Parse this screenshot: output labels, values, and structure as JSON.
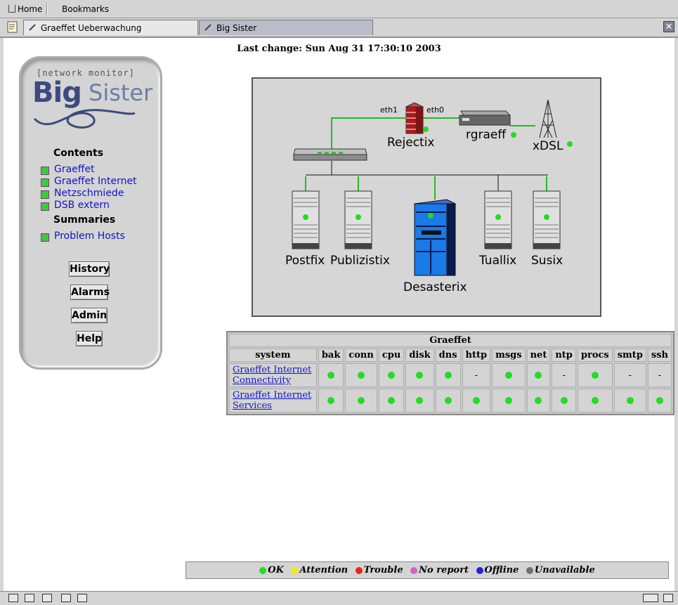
{
  "toolbar": {
    "home_label": "Home",
    "bookmarks_label": "Bookmarks"
  },
  "tabs": [
    {
      "label": "Graeffet Ueberwachung",
      "active": true
    },
    {
      "label": "Big Sister",
      "active": false
    }
  ],
  "page": {
    "last_change": "Last change: Sun Aug 31 17:30:10 2003"
  },
  "sidebar": {
    "logo_tag": "[network monitor]",
    "logo_big": "Big",
    "logo_sister": "Sister",
    "contents_heading": "Contents",
    "contents": [
      {
        "label": "Graeffet",
        "status": "ok"
      },
      {
        "label": "Graeffet Internet",
        "status": "ok"
      },
      {
        "label": "Netzschmiede",
        "status": "ok"
      },
      {
        "label": "DSB extern",
        "status": "ok"
      }
    ],
    "summaries_heading": "Summaries",
    "summaries": [
      {
        "label": "Problem Hosts",
        "status": "ok"
      }
    ],
    "buttons": [
      "History",
      "Alarms",
      "Admin",
      "Help"
    ]
  },
  "diagram": {
    "labels": {
      "rejectix": "Rejectix",
      "rgraeff": "rgraeff",
      "xdsl": "xDSL",
      "eth1": "eth1",
      "eth0": "eth0",
      "postfix": "Postfix",
      "publizistix": "Publizistix",
      "desasterix": "Desasterix",
      "tuallix": "Tuallix",
      "susix": "Susix"
    }
  },
  "table": {
    "title": "Graeffet",
    "system_header": "system",
    "columns": [
      "bak",
      "conn",
      "cpu",
      "disk",
      "dns",
      "http",
      "msgs",
      "net",
      "ntp",
      "procs",
      "smtp",
      "ssh"
    ],
    "rows": [
      {
        "system": "Graeffet Internet Connectivity",
        "cells": [
          "ok",
          "ok",
          "ok",
          "ok",
          "ok",
          "-",
          "ok",
          "ok",
          "-",
          "ok",
          "-",
          "-"
        ]
      },
      {
        "system": "Graeffet Internet Services",
        "cells": [
          "ok",
          "ok",
          "ok",
          "ok",
          "ok",
          "ok",
          "ok",
          "ok",
          "ok",
          "ok",
          "ok",
          "ok"
        ]
      }
    ]
  },
  "legend": [
    {
      "label": "OK",
      "color": "#22dd22"
    },
    {
      "label": "Attention",
      "color": "#f0f000"
    },
    {
      "label": "Trouble",
      "color": "#ee2222"
    },
    {
      "label": "No report",
      "color": "#cc66cc"
    },
    {
      "label": "Offline",
      "color": "#2222dd"
    },
    {
      "label": "Unavailable",
      "color": "#667766"
    }
  ],
  "colors": {
    "ok": "#22dd22",
    "link": "#1414c8"
  }
}
